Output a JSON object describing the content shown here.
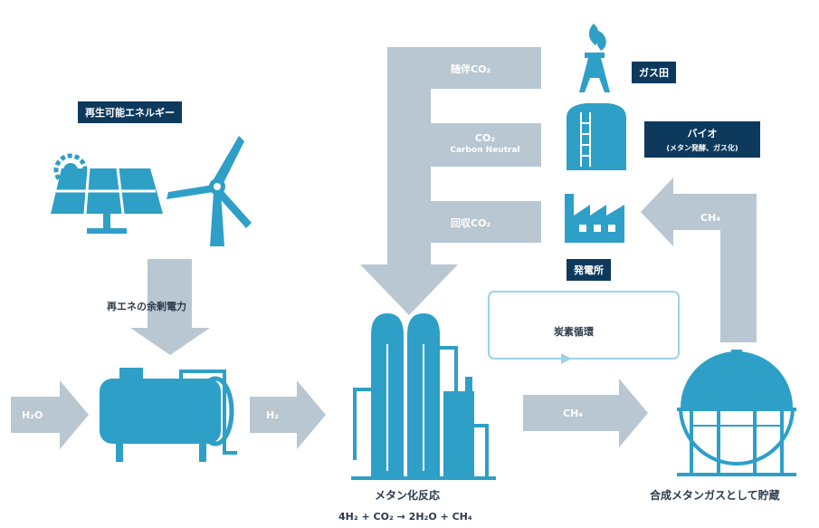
{
  "labels": {
    "renewable_energy": "再生可能エネルギー",
    "surplus_power": "再エネの余剰電力",
    "h2o": "H₂O",
    "h2": "H₂",
    "ch4_mid": "CH₄",
    "ch4_right": "CH₄",
    "byproduct_co2": "随伴CO₂",
    "co2": "CO₂",
    "carbon_neutral": "Carbon Neutral",
    "captured_co2": "回収CO₂",
    "gas_field": "ガス田",
    "bio": "バイオ",
    "bio_sub": "(メタン発酵、ガス化)",
    "power_plant": "発電所",
    "carbon_cycle": "炭素循環",
    "methanation": "メタン化反応",
    "equation": "4H₂ + CO₂ → 2H₂O + CH₄",
    "storage": "合成メタンガスとして貯蔵"
  },
  "colors": {
    "primary_blue": "#2e9fc7",
    "arrow_gray": "#b8c7d2",
    "navy": "#0d3a5c",
    "text_dark": "#2d3b4a"
  }
}
